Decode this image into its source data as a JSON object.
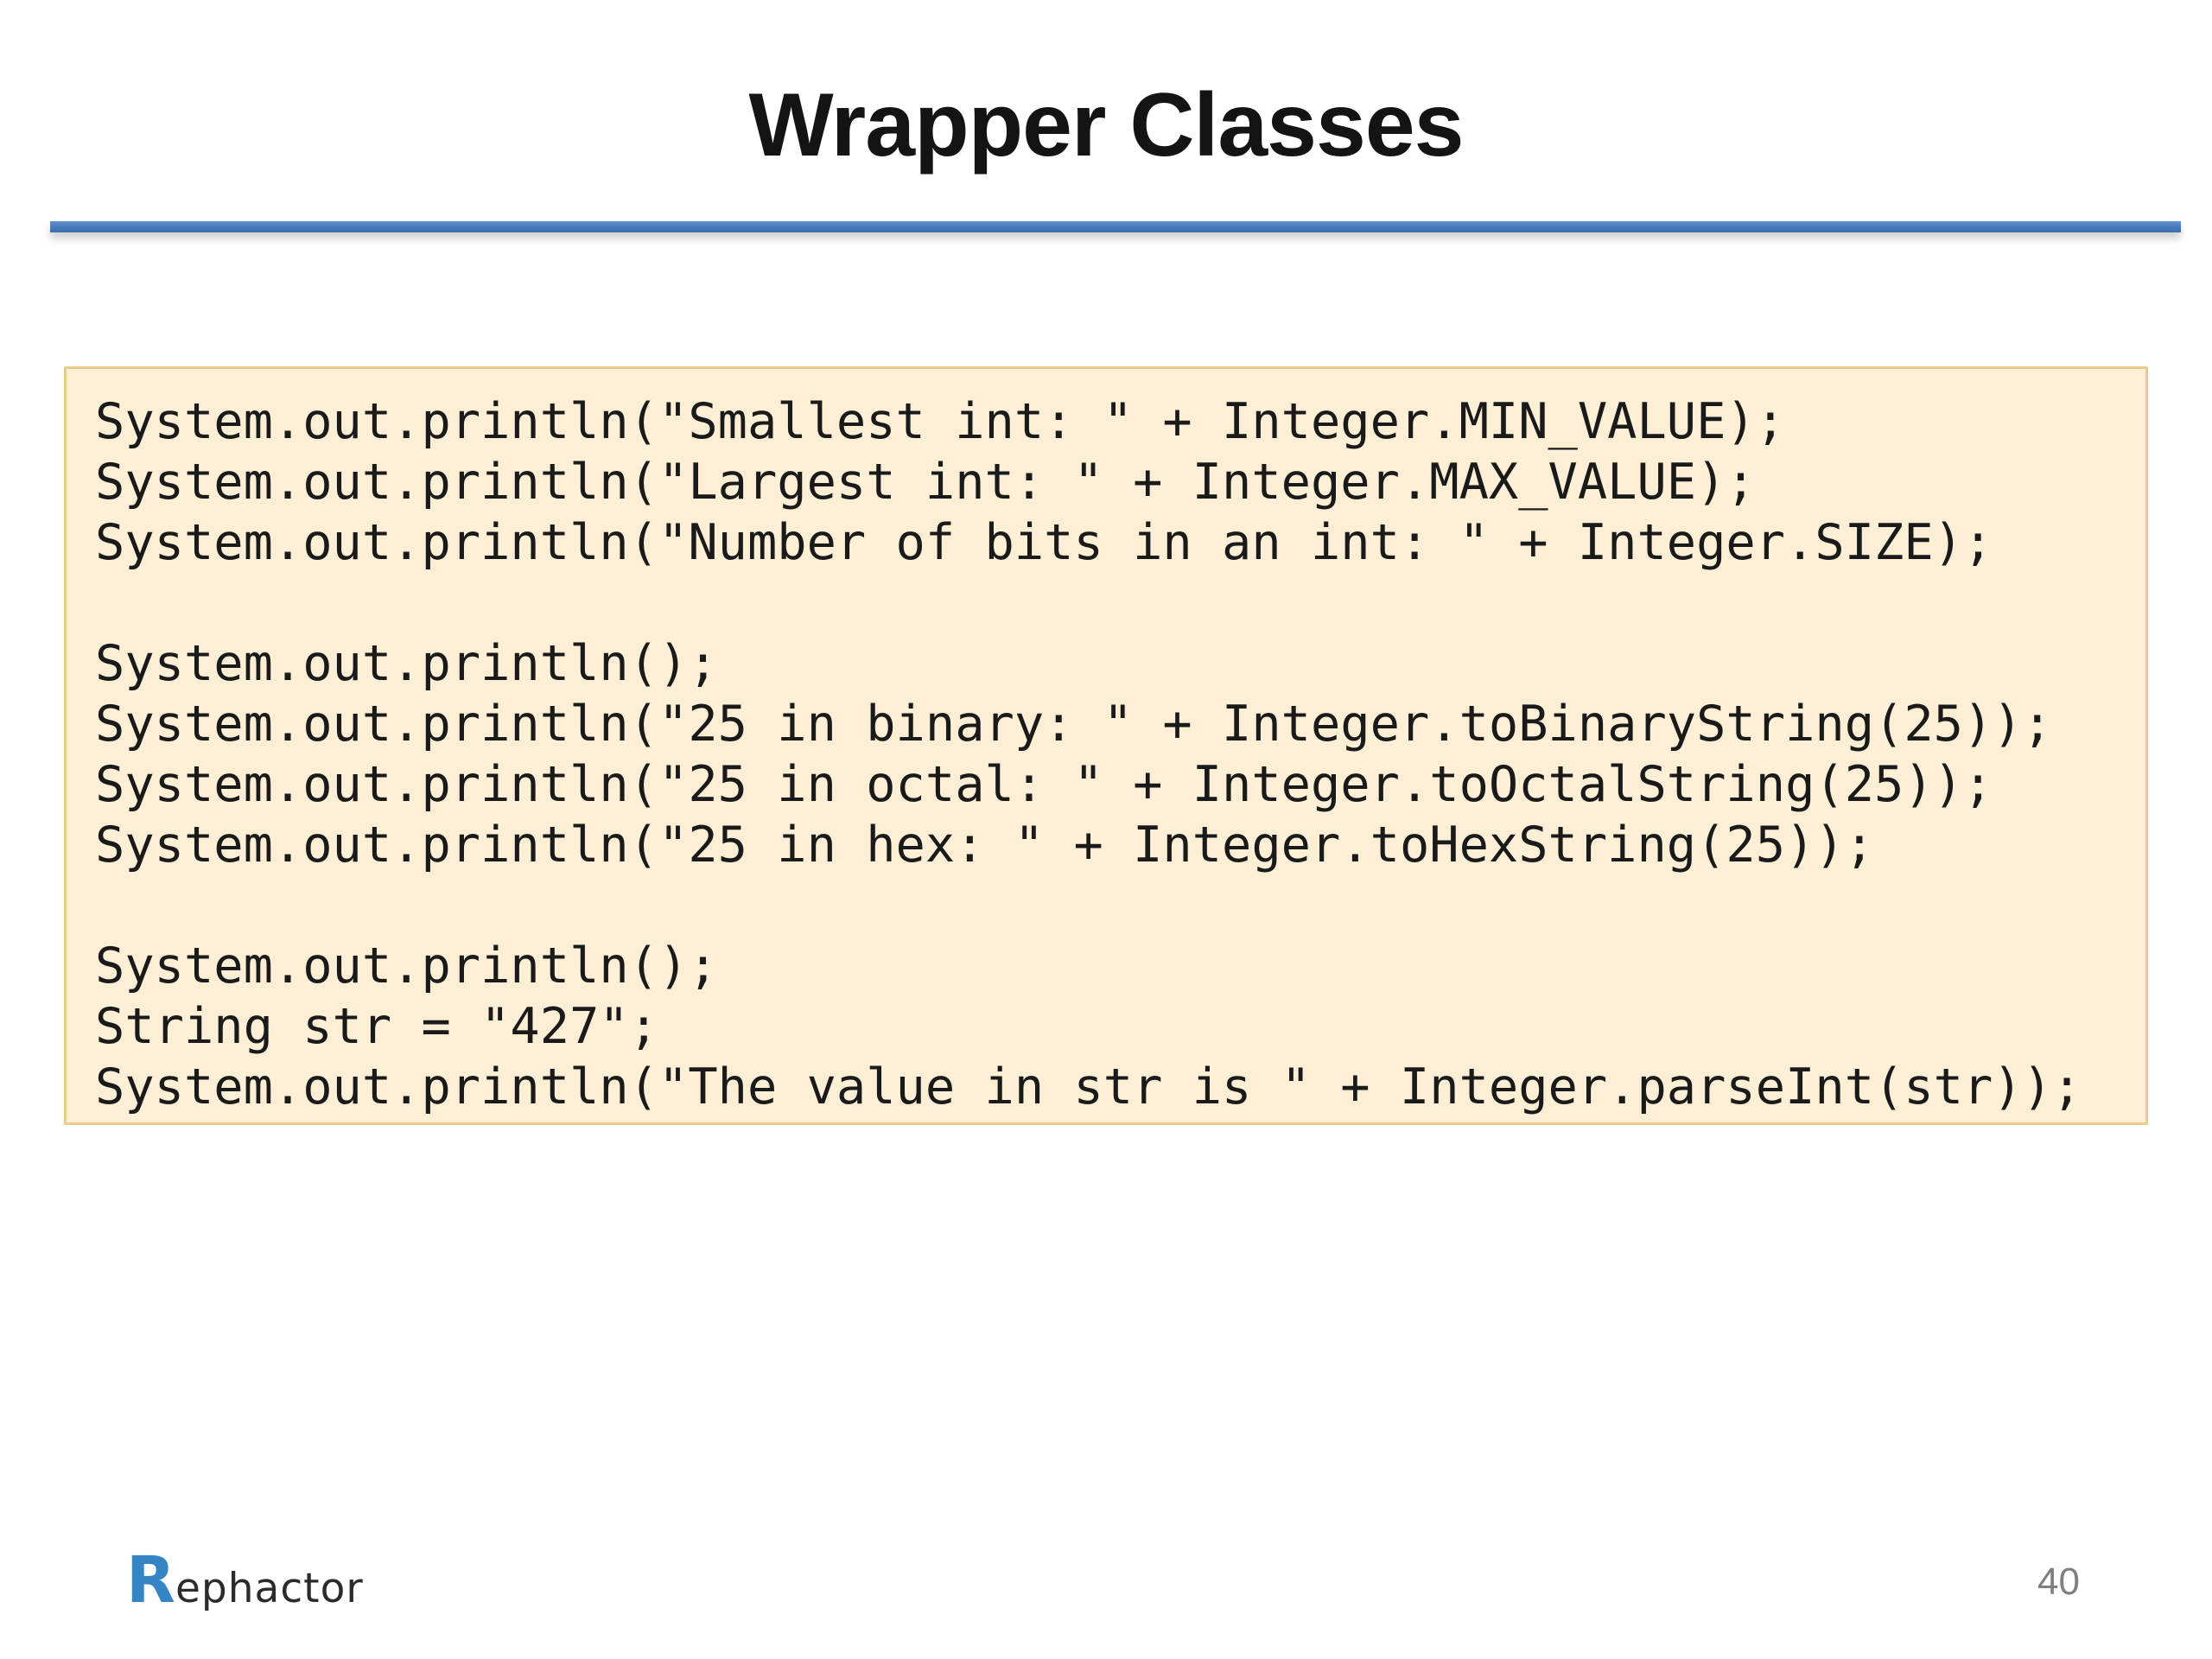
{
  "slide": {
    "title": "Wrapper Classes",
    "code_lines": [
      "System.out.println(\"Smallest int: \" + Integer.MIN_VALUE);",
      "System.out.println(\"Largest int: \" + Integer.MAX_VALUE);",
      "System.out.println(\"Number of bits in an int: \" + Integer.SIZE);",
      "",
      "System.out.println();",
      "System.out.println(\"25 in binary: \" + Integer.toBinaryString(25));",
      "System.out.println(\"25 in octal: \" + Integer.toOctalString(25));",
      "System.out.println(\"25 in hex: \" + Integer.toHexString(25));",
      "",
      "System.out.println();",
      "String str = \"427\";",
      "System.out.println(\"The value in str is \" + Integer.parseInt(str));"
    ],
    "logo": {
      "initial": "R",
      "rest": "ephactor"
    },
    "page_number": "40",
    "colors": {
      "divider_blue": "#4a7ebe",
      "code_background": "#fcefd5",
      "code_border": "#eacb8c",
      "code_text": "#1a1a1a",
      "logo_blue": "#3584c6",
      "page_number_gray": "#7f7f7f"
    }
  }
}
